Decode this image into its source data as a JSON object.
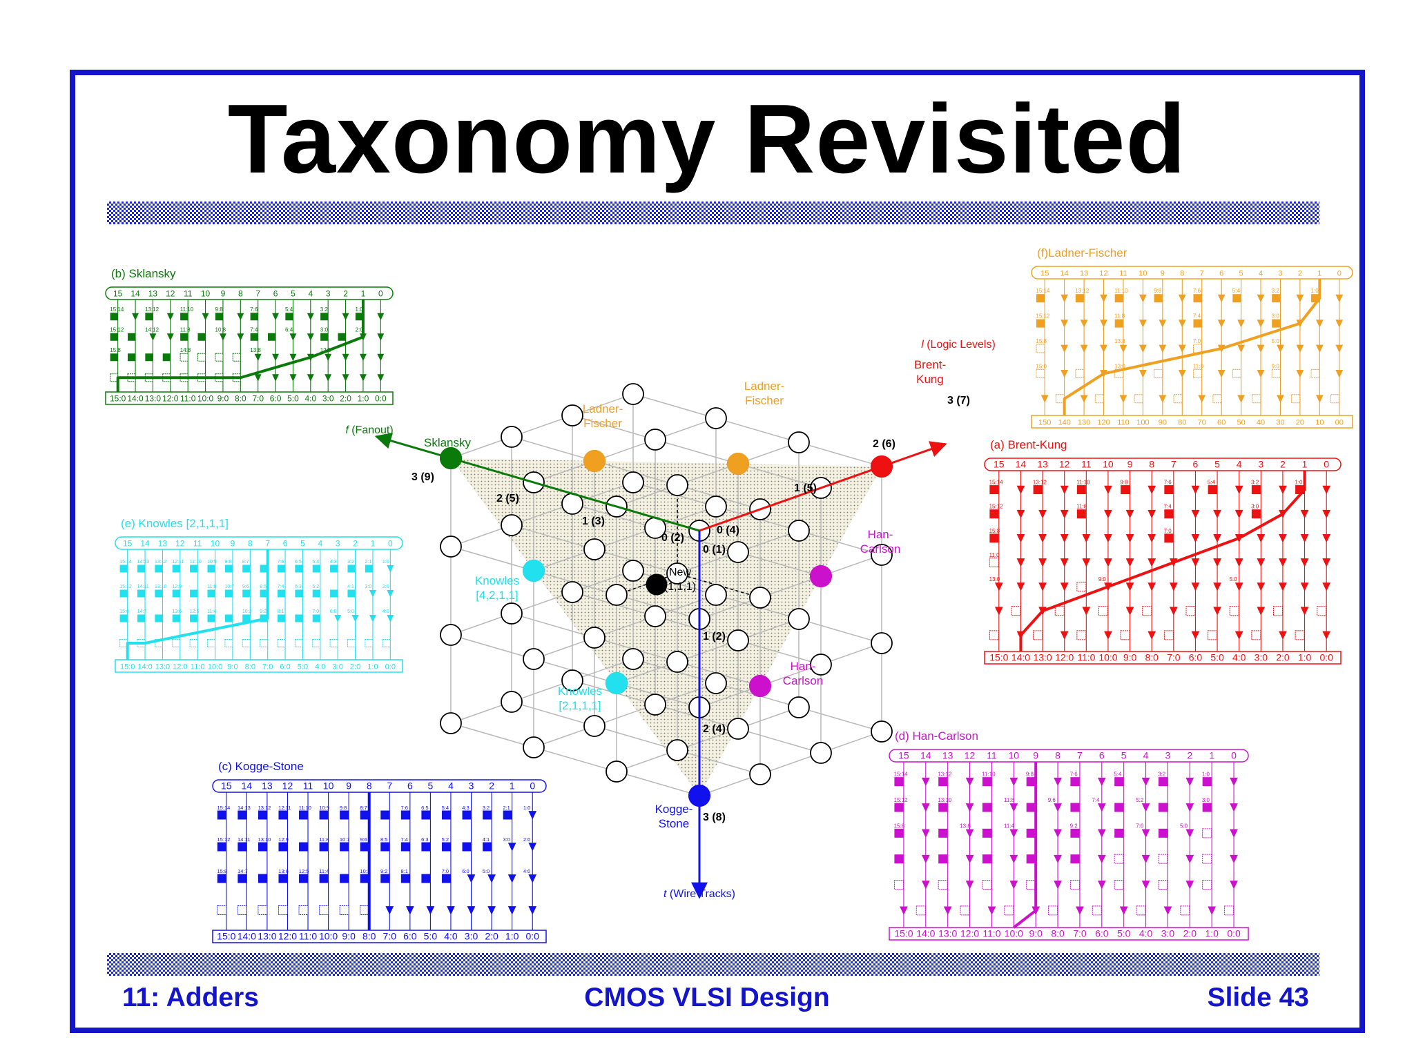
{
  "slide": {
    "title": "Taxonomy Revisited",
    "footer_left": "11: Adders",
    "footer_center": "CMOS VLSI Design",
    "footer_right": "Slide 43"
  },
  "colors": {
    "frame": "#1414c8",
    "sklansky": "#0a7a0a",
    "ladner_fischer": "#f0a020",
    "brent_kung": "#ee1111",
    "knowles": "#22e0ee",
    "han_carlson": "#cc11cc",
    "kogge_stone": "#1111ee"
  },
  "cube": {
    "axis_fanout": [
      "f",
      " (Fanout)"
    ],
    "axis_logic": [
      "l",
      " (Logic  Levels)"
    ],
    "axis_wire": [
      "t",
      " (Wire  Tracks)"
    ],
    "sklansky": "Sklansky",
    "ladner_fischer_1": [
      "Ladner-",
      "Fischer"
    ],
    "ladner_fischer_2": [
      "Ladner-",
      "Fischer"
    ],
    "brent_kung": [
      "Brent-",
      "Kung"
    ],
    "han_carlson_1": [
      "Han-",
      "Carlson"
    ],
    "han_carlson_2": [
      "Han-",
      "Carlson"
    ],
    "knowles_1": [
      "Knowles",
      "[4,2,1,1]"
    ],
    "knowles_2": [
      "Knowles",
      "[2,1,1,1]"
    ],
    "kogge_stone": [
      "Kogge-",
      "Stone"
    ],
    "new_point": [
      "New",
      "(1,1,1)"
    ],
    "l_ticks": [
      "0  (4)",
      "1  (5)",
      "2  (6)",
      "3  (7)"
    ],
    "f_ticks": [
      "0  (2)",
      "1  (3)",
      "2  (5)",
      "3  (9)"
    ],
    "t_ticks": [
      "0  (1)",
      "1  (2)",
      "2  (4)",
      "3  (8)"
    ]
  },
  "adders": {
    "sklansky": {
      "title": "(b) Sklansky",
      "inputs": [
        "15",
        "14",
        "13",
        "12",
        "11",
        "10",
        "9",
        "8",
        "7",
        "6",
        "5",
        "4",
        "3",
        "2",
        "1",
        "0"
      ],
      "outputs": [
        "15:0",
        "14:0",
        "13:0",
        "12:0",
        "11:0",
        "10:0",
        "9:0",
        "8:0",
        "7:0",
        "6:0",
        "5:0",
        "4:0",
        "3:0",
        "2:0",
        "1:0",
        "0:0"
      ],
      "row_labels": [
        [
          "15:14",
          "13:12",
          "11:10",
          "9:8",
          "7:6",
          "5:4",
          "3:2",
          "1:0"
        ],
        [
          "15:12",
          "14:12",
          "11:8",
          "10:8",
          "7:4",
          "6:4",
          "3:0",
          "2:0"
        ],
        [
          "15:8",
          "14:8",
          "13:8",
          "12:8"
        ]
      ]
    },
    "ladner_fischer": {
      "title": "(f)Ladner-Fischer",
      "inputs": [
        "15",
        "14",
        "13",
        "12",
        "11",
        "10",
        "9",
        "8",
        "7",
        "6",
        "5",
        "4",
        "3",
        "2",
        "1",
        "0"
      ],
      "outputs": [
        "150",
        "140",
        "130",
        "120",
        "110",
        "100",
        "90",
        "80",
        "70",
        "60",
        "50",
        "40",
        "30",
        "20",
        "10",
        "00"
      ],
      "row_labels": [
        [
          "15:14",
          "13:12",
          "11:10",
          "9:8",
          "7:6",
          "5:4",
          "3:2",
          "1:0"
        ],
        [
          "15:12",
          "11:8",
          "7:4",
          "3:0"
        ],
        [
          "15:8",
          "13:8",
          "7:0",
          "5:0"
        ],
        [
          "15:0",
          "13:0",
          "11:0",
          "9:0"
        ]
      ]
    },
    "brent_kung": {
      "title": "(a) Brent-Kung",
      "inputs": [
        "15",
        "14",
        "13",
        "12",
        "11",
        "10",
        "9",
        "8",
        "7",
        "6",
        "5",
        "4",
        "3",
        "2",
        "1",
        "0"
      ],
      "outputs": [
        "15:0",
        "14:0",
        "13:0",
        "12:0",
        "11:0",
        "10:0",
        "9:0",
        "8:0",
        "7:0",
        "6:0",
        "5:0",
        "4:0",
        "3:0",
        "2:0",
        "1:0",
        "0:0"
      ],
      "row_labels": [
        [
          "15:14",
          "13:12",
          "11:10",
          "9:8",
          "7:6",
          "5:4",
          "3:2",
          "1:0"
        ],
        [
          "15:12",
          "11:8",
          "7:4",
          "3:0"
        ],
        [
          "15:8",
          "7:0"
        ],
        [
          "11:0"
        ],
        [
          "13:0",
          "9:0",
          "5:0"
        ]
      ]
    },
    "knowles": {
      "title": "(e) Knowles [2,1,1,1]",
      "inputs": [
        "15",
        "14",
        "13",
        "12",
        "11",
        "10",
        "9",
        "8",
        "7",
        "6",
        "5",
        "4",
        "3",
        "2",
        "1",
        "0"
      ],
      "outputs": [
        "15:0",
        "14:0",
        "13:0",
        "12:0",
        "11:0",
        "10:0",
        "9:0",
        "8:0",
        "7:0",
        "6:0",
        "5:0",
        "4:0",
        "3:0",
        "2:0",
        "1:0",
        "0:0"
      ],
      "row_labels": [
        [
          "15:14",
          "14:13",
          "13:12",
          "12:11",
          "11:10",
          "10:9",
          "9:8",
          "8:7",
          "7:6",
          "6:5",
          "5:4",
          "4:3",
          "3:2",
          "2:1",
          "1:0"
        ],
        [
          "15:12",
          "14:11",
          "13:10",
          "12:9",
          "11:8",
          "10:7",
          "9:6",
          "8:5",
          "7:4",
          "6:3",
          "5:2",
          "4:1",
          "3:0",
          "2:0"
        ],
        [
          "15:8",
          "14:7",
          "13:6",
          "12:5",
          "11:4",
          "10:3",
          "9:2",
          "8:1",
          "7:0",
          "6:0",
          "5:0",
          "4:0"
        ]
      ]
    },
    "kogge_stone": {
      "title": "(c) Kogge-Stone",
      "inputs": [
        "15",
        "14",
        "13",
        "12",
        "11",
        "10",
        "9",
        "8",
        "7",
        "6",
        "5",
        "4",
        "3",
        "2",
        "1",
        "0"
      ],
      "outputs": [
        "15:0",
        "14:0",
        "13:0",
        "12:0",
        "11:0",
        "10:0",
        "9:0",
        "8:0",
        "7:0",
        "6:0",
        "5:0",
        "4:0",
        "3:0",
        "2:0",
        "1:0",
        "0:0"
      ],
      "row_labels": [
        [
          "15:14",
          "14:13",
          "13:12",
          "12:11",
          "11:10",
          "10:9",
          "9:8",
          "8:7",
          "7:6",
          "6:5",
          "5:4",
          "4:3",
          "3:2",
          "2:1",
          "1:0"
        ],
        [
          "15:12",
          "14:11",
          "13:10",
          "12:9",
          "11:8",
          "10:7",
          "9:6",
          "8:5",
          "7:4",
          "6:3",
          "5:2",
          "4:1",
          "3:0",
          "2:0"
        ],
        [
          "15:8",
          "14:7",
          "13:6",
          "12:5",
          "11:4",
          "10:3",
          "9:2",
          "8:1",
          "7:0",
          "6:0",
          "5:0",
          "4:0"
        ]
      ]
    },
    "han_carlson": {
      "title": "(d) Han-Carlson",
      "inputs": [
        "15",
        "14",
        "13",
        "12",
        "11",
        "10",
        "9",
        "8",
        "7",
        "6",
        "5",
        "4",
        "3",
        "2",
        "1",
        "0"
      ],
      "outputs": [
        "15:0",
        "14:0",
        "13:0",
        "12:0",
        "11:0",
        "10:0",
        "9:0",
        "8:0",
        "7:0",
        "6:0",
        "5:0",
        "4:0",
        "3:0",
        "2:0",
        "1:0",
        "0:0"
      ],
      "row_labels": [
        [
          "15:14",
          "13:12",
          "11:10",
          "9:8",
          "7:6",
          "5:4",
          "3:2",
          "1:0"
        ],
        [
          "15:12",
          "13:10",
          "11:8",
          "9:6",
          "7:4",
          "5:2",
          "3:0"
        ],
        [
          "15:8",
          "13:6",
          "11:4",
          "9:2",
          "7:0",
          "5:0"
        ]
      ]
    }
  }
}
